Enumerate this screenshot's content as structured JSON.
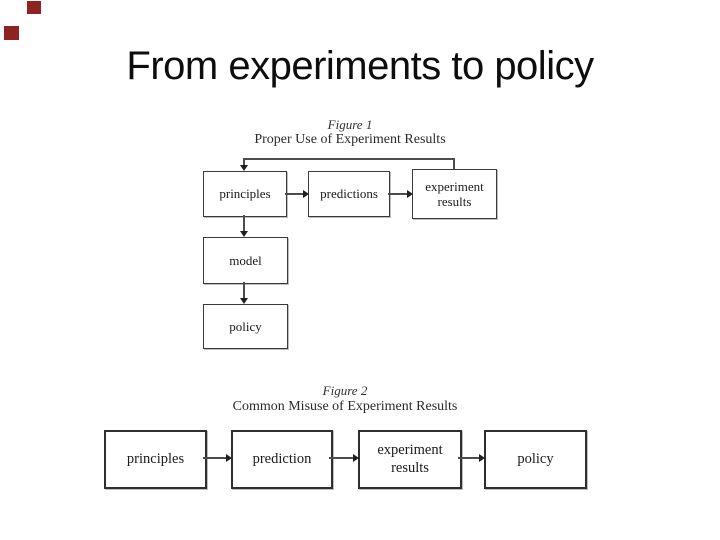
{
  "slide": {
    "title": "From experiments to policy",
    "accent_color": "#8e2420",
    "background_color": "#ffffff"
  },
  "figure1": {
    "label": "Figure 1",
    "caption": "Proper Use of Experiment Results",
    "nodes": {
      "principles": "principles",
      "predictions": "predictions",
      "experiment_line1": "experiment",
      "experiment_line2": "results",
      "model": "model",
      "policy": "policy"
    },
    "flow": "principles -> predictions -> experiment results; experiment results -> principles (feedback); principles -> model -> policy"
  },
  "figure2": {
    "label": "Figure 2",
    "caption": "Common Misuse of Experiment Results",
    "nodes": {
      "principles": "principles",
      "prediction": "prediction",
      "experiment_line1": "experiment",
      "experiment_line2": "results",
      "policy": "policy"
    },
    "flow": "principles -> prediction -> experiment results -> policy"
  }
}
